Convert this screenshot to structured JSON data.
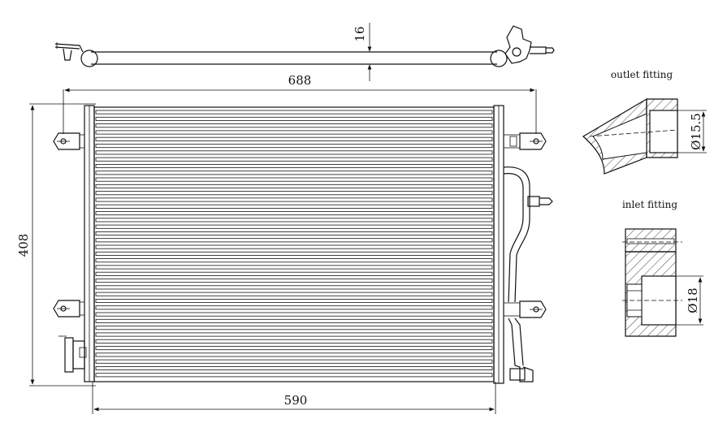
{
  "drawing": {
    "dimensions": {
      "pipe_height": "16",
      "mount_span": "688",
      "core_height": "408",
      "core_width": "590"
    },
    "details": {
      "outlet_label": "outlet fitting",
      "outlet_diameter": "Ø15.5",
      "inlet_label": "inlet fitting",
      "inlet_diameter": "Ø18"
    }
  }
}
